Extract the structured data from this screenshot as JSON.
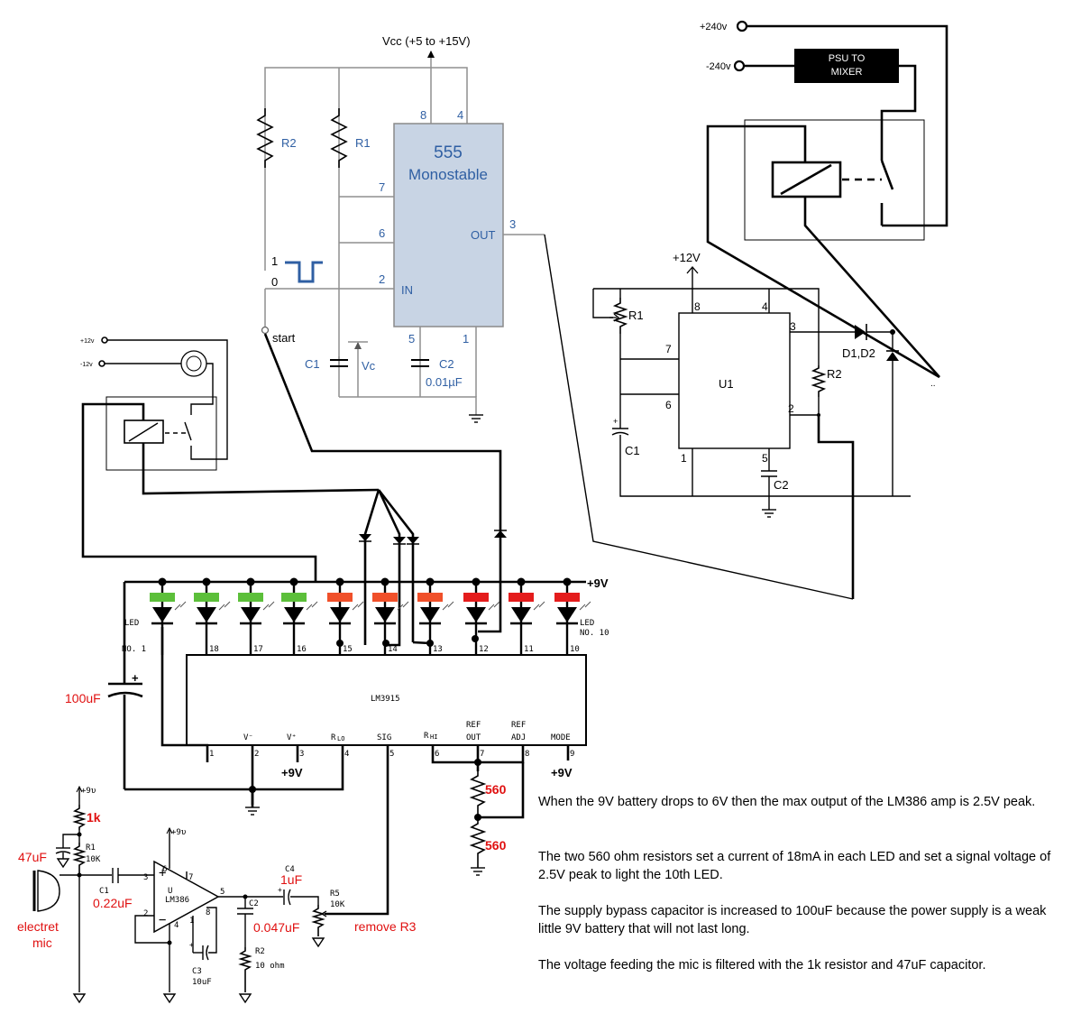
{
  "timer555": {
    "vcc": "Vcc (+5 to +15V)",
    "chip_name": "555",
    "chip_mode": "Monostable",
    "r2": "R2",
    "r1": "R1",
    "pin8": "8",
    "pin4": "4",
    "pin7": "7",
    "pin6": "6",
    "pin2": "2",
    "pin3": "3",
    "pin5": "5",
    "pin1": "1",
    "out": "OUT",
    "in": "IN",
    "level1": "1",
    "level0": "0",
    "start": "start",
    "c1": "C1",
    "vc": "Vc",
    "c2": "C2",
    "c2_value": "0.01µF"
  },
  "mains": {
    "plus240": "+240v",
    "minus240": "-240v",
    "psu_line1": "PSU TO",
    "psu_line2": "MIXER"
  },
  "astable": {
    "v12": "+12V",
    "r1": "R1",
    "r2": "R2",
    "u1": "U1",
    "c1": "C1",
    "c2": "C2",
    "diodes": "D1,D2",
    "pin8": "8",
    "pin4": "4",
    "pin3": "3",
    "pin7": "7",
    "pin6": "6",
    "pin2": "2",
    "pin1": "1",
    "pin5": "5"
  },
  "small_relay": {
    "plus12": "+12v",
    "minus12": "-12v"
  },
  "bargraph": {
    "supply": "+9V",
    "led1": "LED",
    "led1_no": "NO. 1",
    "led10": "LED",
    "led10_no": "NO. 10",
    "chip": "LM3915",
    "top_pins": [
      "18",
      "17",
      "16",
      "15",
      "14",
      "13",
      "12",
      "11",
      "10"
    ],
    "bottom_pins": [
      "1",
      "2",
      "3",
      "4",
      "5",
      "6",
      "7",
      "8",
      "9"
    ],
    "pin_names": [
      "V⁻",
      "V⁺",
      "R",
      "SIG",
      "R",
      "REF",
      "REF",
      "MODE"
    ],
    "rlo_sub": "LO",
    "rhi_sub": "HI",
    "ref_out": "OUT",
    "ref_adj": "ADJ",
    "v9_a": "+9V",
    "v9_b": "+9V",
    "c100": "100uF",
    "r560_a": "560",
    "r560_b": "560"
  },
  "amp": {
    "v9_mic": "+9υ",
    "v9_amp": "+9υ",
    "r1k": "1k",
    "r1": "R1",
    "r1v": "10K",
    "c47": "47uF",
    "mic_line1": "electret",
    "mic_line2": "mic",
    "c1": "C1",
    "c1v": "0.22uF",
    "u": "U",
    "chip": "LM386",
    "p3": "3",
    "p2": "2",
    "p6": "6",
    "p7": "7",
    "p4": "4",
    "p5": "5",
    "p1": "1",
    "p8": "8",
    "c2": "C2",
    "c2v": "0.047uF",
    "c3": "C3",
    "c3v": "10uF",
    "r2": "R2",
    "r2v": "10 ohm",
    "c4": "C4",
    "c4v": "1uF",
    "r5": "R5",
    "r5v": "10K",
    "remove": "remove R3"
  },
  "notes": [
    "When the 9V battery drops to 6V then the max output of the LM386 amp is 2.5V peak.",
    "The two 560 ohm resistors set a current of 18mA in each LED and set a signal voltage of 2.5V peak to light the 10th LED.",
    "The supply bypass capacitor is increased to 100uF because the power supply is a weak little 9V battery that will not last long.",
    "The voltage feeding the mic is filtered with the 1k resistor and 47uF capacitor."
  ],
  "colors": {
    "green_led": "#5cbf3a",
    "orange_led": "#f0502a",
    "red_led": "#e41c1c",
    "chip_fill": "#c8d4e4",
    "label_blue": "#2f5fa3",
    "note_red": "#e01010"
  }
}
